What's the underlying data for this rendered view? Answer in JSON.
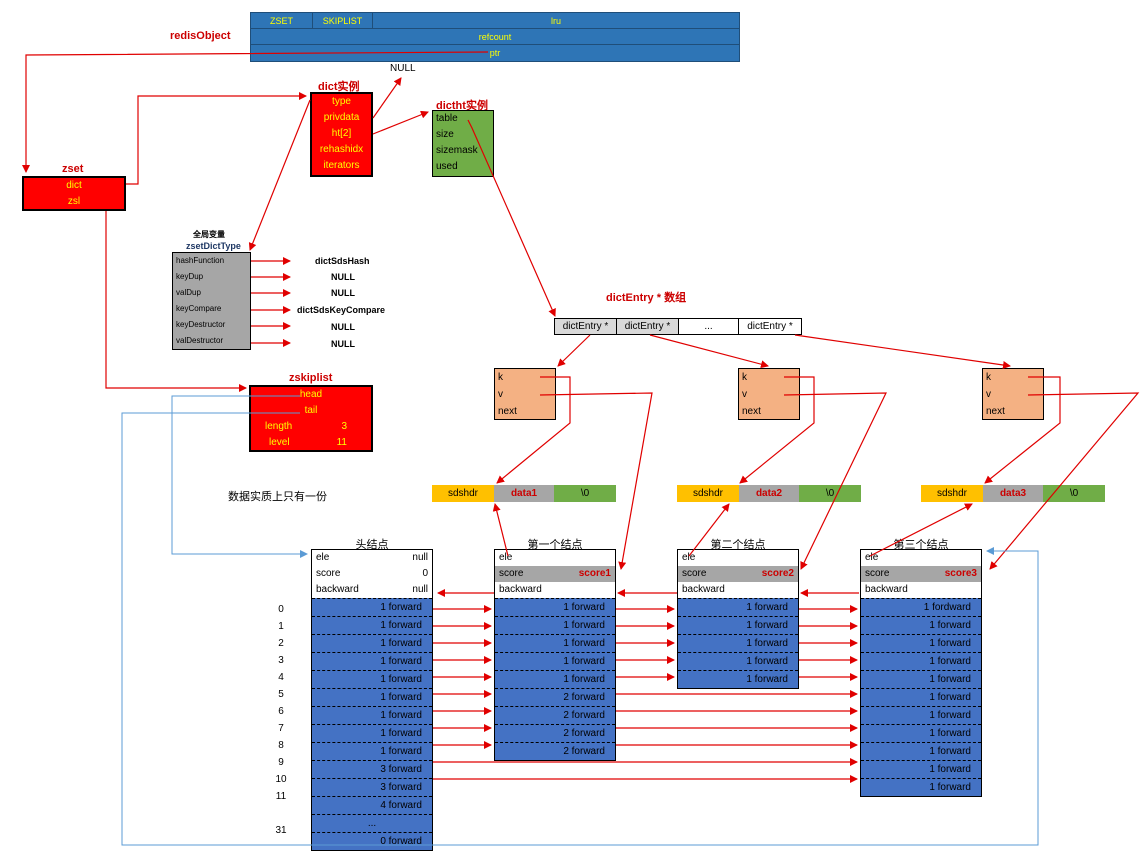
{
  "redis_object": {
    "label": "redisObject",
    "type": "ZSET",
    "encoding": "SKIPLIST",
    "lru": "lru",
    "refcount": "refcount",
    "ptr": "ptr"
  },
  "null_label": "NULL",
  "zset": {
    "label": "zset",
    "fields": [
      "dict",
      "zsl"
    ]
  },
  "dict": {
    "label": "dict实例",
    "fields": [
      "type",
      "privdata",
      "ht[2]",
      "rehashidx",
      "iterators"
    ]
  },
  "dictht": {
    "label": "dictht实例",
    "fields": [
      "table",
      "size",
      "sizemask",
      "used"
    ]
  },
  "zset_dict_type": {
    "caption": "全局变量",
    "name": "zsetDictType",
    "fields": [
      "hashFunction",
      "keyDup",
      "valDup",
      "keyCompare",
      "keyDestructor",
      "valDestructor"
    ],
    "targets": [
      "dictSdsHash",
      "NULL",
      "NULL",
      "dictSdsKeyCompare",
      "NULL",
      "NULL"
    ]
  },
  "dict_entry_array": {
    "label": "dictEntry * 数组",
    "cells": [
      "dictEntry *",
      "dictEntry *",
      "...",
      "dictEntry *"
    ]
  },
  "dict_entry": {
    "fields": [
      "k",
      "v",
      "next"
    ]
  },
  "sds": [
    {
      "hdr": "sdshdr",
      "data": "data1",
      "term": "\\0"
    },
    {
      "hdr": "sdshdr",
      "data": "data2",
      "term": "\\0"
    },
    {
      "hdr": "sdshdr",
      "data": "data3",
      "term": "\\0"
    }
  ],
  "note": "数据实质上只有一份",
  "zskiplist": {
    "label": "zskiplist",
    "fields": [
      {
        "name": "head",
        "value": ""
      },
      {
        "name": "tail",
        "value": ""
      },
      {
        "name": "length",
        "value": "3"
      },
      {
        "name": "level",
        "value": "11"
      }
    ]
  },
  "level_indices": [
    "0",
    "1",
    "2",
    "3",
    "4",
    "5",
    "6",
    "7",
    "8",
    "9",
    "10",
    "11",
    "",
    "31"
  ],
  "nodes": [
    {
      "title": "头结点",
      "ele": "ele",
      "ele_val": "null",
      "score": "score",
      "score_val": "0",
      "backward": "backward",
      "backward_val": "null",
      "levels": [
        "1 forward",
        "1 forward",
        "1 forward",
        "1 forward",
        "1 forward",
        "1 forward",
        "1 forward",
        "1 forward",
        "1 forward",
        "3 forward",
        "3 forward",
        "4 forward",
        "...",
        "0 forward"
      ]
    },
    {
      "title": "第一个结点",
      "ele": "ele",
      "ele_val": "",
      "score": "score",
      "score_val": "score1",
      "backward": "backward",
      "backward_val": "",
      "levels": [
        "1 forward",
        "1 forward",
        "1 forward",
        "1 forward",
        "1 forward",
        "2 forward",
        "2 forward",
        "2 forward",
        "2 forward"
      ]
    },
    {
      "title": "第二个结点",
      "ele": "ele",
      "ele_val": "",
      "score": "score",
      "score_val": "score2",
      "backward": "backward",
      "backward_val": "",
      "levels": [
        "1 forward",
        "1 forward",
        "1 forward",
        "1 forward",
        "1 forward"
      ]
    },
    {
      "title": "第三个结点",
      "ele": "ele",
      "ele_val": "",
      "score": "score",
      "score_val": "score3",
      "backward": "backward",
      "backward_val": "",
      "levels": [
        "1 fordward",
        "1 forward",
        "1 forward",
        "1 forward",
        "1 forward",
        "1 forward",
        "1 forward",
        "1 forward",
        "1 forward",
        "1 forward",
        "1 forward"
      ]
    }
  ],
  "colors": {
    "object_blue": "#2e75b6",
    "struct_red": "#ff0000",
    "arrow_red": "#e00000",
    "level_blue": "#4472c4",
    "green": "#70ad47",
    "salmon": "#f4b183",
    "sds_yellow": "#ffc000",
    "gray": "#a6a6a6",
    "link_blue": "#5b9bd5"
  }
}
